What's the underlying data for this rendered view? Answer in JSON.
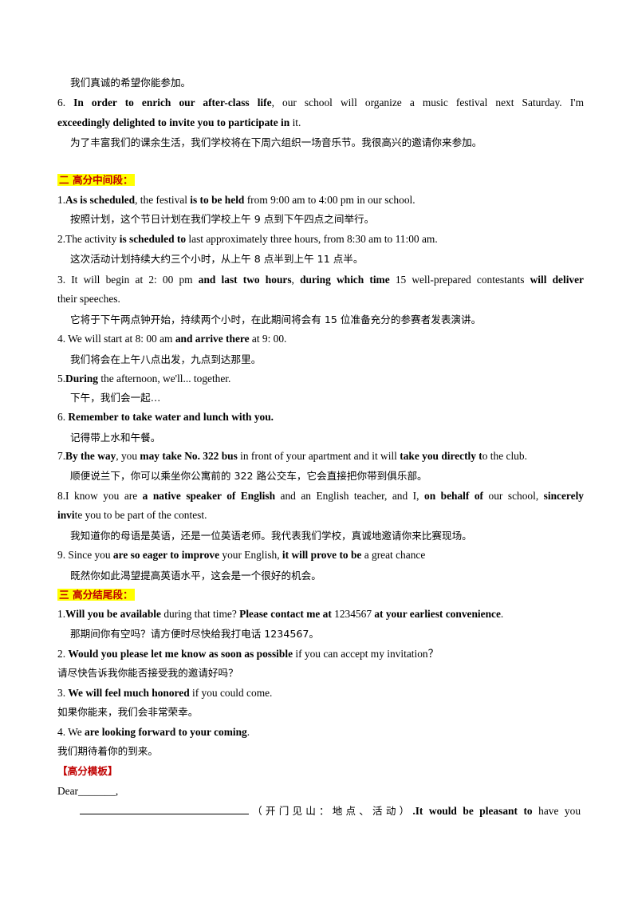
{
  "lines": [
    {
      "segs": [
        {
          "t": "我们真诚的希望你能参加。"
        }
      ]
    },
    {
      "segs": [
        {
          "t": "6.  "
        },
        {
          "t": "In  order  to  enrich  our  after-class  life",
          "b": true
        },
        {
          "t": ",  our  school  will  organize  a  music  festival  next  Saturday.  I'm"
        }
      ]
    },
    {
      "segs": [
        {
          "t": "exceedingly  delighted to invite you to participate in",
          "b": true
        },
        {
          "t": "  it."
        }
      ]
    },
    {
      "segs": [
        {
          "t": "为了丰富我们的课余生活，我们学校将在下周六组织一场音乐节。我很高兴的邀请你来参加。"
        }
      ]
    },
    {
      "segs": [
        {
          "t": "二    高分中间段：",
          "hl": true
        }
      ]
    },
    {
      "segs": [
        {
          "t": "1."
        },
        {
          "t": "As is scheduled",
          "b": true
        },
        {
          "t": ", the festival  "
        },
        {
          "t": "is to be held",
          "b": true
        },
        {
          "t": "  from 9:00 am to 4:00 pm in our school."
        }
      ]
    },
    {
      "segs": [
        {
          "t": "按照计划，这个节日计划在我们学校上午 9 点到下午四点之间举行。"
        }
      ]
    },
    {
      "segs": [
        {
          "t": "2.The activity  "
        },
        {
          "t": "is scheduled to",
          "b": true
        },
        {
          "t": "  last approximately three hours, from 8:30 am to 11:00 am."
        }
      ]
    },
    {
      "segs": [
        {
          "t": "这次活动计划持续大约三个小时，从上午 8 点半到上午 11 点半。"
        }
      ]
    },
    {
      "segs": [
        {
          "t": "3.  It will begin at 2: 00 pm  "
        },
        {
          "t": "and last two hours",
          "b": true
        },
        {
          "t": ",  "
        },
        {
          "t": "during which time",
          "b": true
        },
        {
          "t": "  15 well-prepared contestants  "
        },
        {
          "t": "will deliver",
          "b": true
        }
      ]
    },
    {
      "segs": [
        {
          "t": "their  speeches."
        }
      ]
    },
    {
      "segs": [
        {
          "t": "它将于下午两点钟开始，持续两个小时，在此期间将会有  15 位准备充分的参赛者发表演讲。"
        }
      ]
    },
    {
      "segs": [
        {
          "t": "4.  We will start at 8: 00 am  "
        },
        {
          "t": "and arrive there",
          "b": true
        },
        {
          "t": "  at 9: 00."
        }
      ]
    },
    {
      "segs": [
        {
          "t": "我们将会在上午八点出发，九点到达那里。"
        }
      ]
    },
    {
      "segs": [
        {
          "t": "5."
        },
        {
          "t": "During",
          "b": true
        },
        {
          "t": "  the afternoon, we'll... together."
        }
      ]
    },
    {
      "segs": [
        {
          "t": "下午，我们会一起…"
        }
      ]
    },
    {
      "segs": [
        {
          "t": "6.  "
        },
        {
          "t": "Remember to take water and lunch with you.",
          "b": true
        }
      ]
    },
    {
      "segs": [
        {
          "t": "记得带上水和午餐。"
        }
      ]
    },
    {
      "segs": [
        {
          "t": "7."
        },
        {
          "t": "By the way",
          "b": true
        },
        {
          "t": ", you  "
        },
        {
          "t": "may take No. 322 bus",
          "b": true
        },
        {
          "t": "  in front of your  apartment and it will  "
        },
        {
          "t": "take you directly t",
          "b": true
        },
        {
          "t": "o the club."
        }
      ]
    },
    {
      "segs": [
        {
          "t": "顺便说兰下，你可以乘坐你公寓前的  322  路公交车，它会直接把你带到俱乐部。"
        }
      ]
    },
    {
      "segs": [
        {
          "t": "8.I know you are  "
        },
        {
          "t": "a native speaker of English",
          "b": true
        },
        {
          "t": "  and an English teacher, and I,  "
        },
        {
          "t": "on behalf of",
          "b": true
        },
        {
          "t": "  our school,  "
        },
        {
          "t": "sincerely",
          "b": true
        }
      ]
    },
    {
      "segs": [
        {
          "t": "invi",
          "b": true
        },
        {
          "t": "te  you to be part of the contest."
        }
      ]
    },
    {
      "segs": [
        {
          "t": "我知道你的母语是英语，还是一位英语老师。我代表我们学校，真诚地邀请你来比赛现场。"
        }
      ]
    },
    {
      "segs": [
        {
          "t": "9.  Since you  "
        },
        {
          "t": "are so eager to improve",
          "b": true
        },
        {
          "t": "  your English,  "
        },
        {
          "t": "it will  prove to be",
          "b": true
        },
        {
          "t": "  a  great chance"
        }
      ]
    },
    {
      "segs": [
        {
          "t": "既然你如此渴望提高英语水平，这会是一个很好的机会。"
        }
      ]
    },
    {
      "segs": [
        {
          "t": "三    高分结尾段：",
          "hl": true
        }
      ]
    },
    {
      "segs": [
        {
          "t": "1."
        },
        {
          "t": "Will you be available",
          "b": true
        },
        {
          "t": "  during that time?  "
        },
        {
          "t": "Please contact  me at",
          "b": true
        },
        {
          "t": "  1234567  "
        },
        {
          "t": "at your  earliest convenience",
          "b": true
        },
        {
          "t": "."
        }
      ]
    },
    {
      "segs": [
        {
          "t": "那期间你有空吗？请方便时尽快给我打电话  1234567。"
        }
      ]
    },
    {
      "segs": [
        {
          "t": "2.  "
        },
        {
          "t": "Would you please let me know as soon as possible",
          "b": true
        },
        {
          "t": "  if  you can accept my invitation？"
        }
      ]
    },
    {
      "segs": [
        {
          "t": "请尽快告诉我你能否接受我的邀请好吗？"
        }
      ]
    },
    {
      "segs": [
        {
          "t": "3.  "
        },
        {
          "t": "We will feel much honored",
          "b": true
        },
        {
          "t": "  if you could come."
        }
      ]
    },
    {
      "segs": [
        {
          "t": "如果你能来，我们会非常荣幸。"
        }
      ]
    },
    {
      "segs": [
        {
          "t": "4. We  "
        },
        {
          "t": "are looking forward to your coming",
          "b": true
        },
        {
          "t": "."
        }
      ]
    },
    {
      "segs": [
        {
          "t": "我们期待着你的到来。"
        }
      ]
    },
    {
      "segs": [
        {
          "t": "【高分模板】",
          "red": true
        }
      ]
    },
    {
      "segs": [
        {
          "t": "Dear"
        },
        {
          "t": "_______"
        },
        {
          "t": ","
        }
      ]
    },
    {
      "segs": [
        {
          "t": "（开门见山：地点、活动）"
        },
        {
          "t": ".It  would  be  pleasant  to",
          "b": true
        },
        {
          "t": "  have  you"
        }
      ]
    }
  ]
}
